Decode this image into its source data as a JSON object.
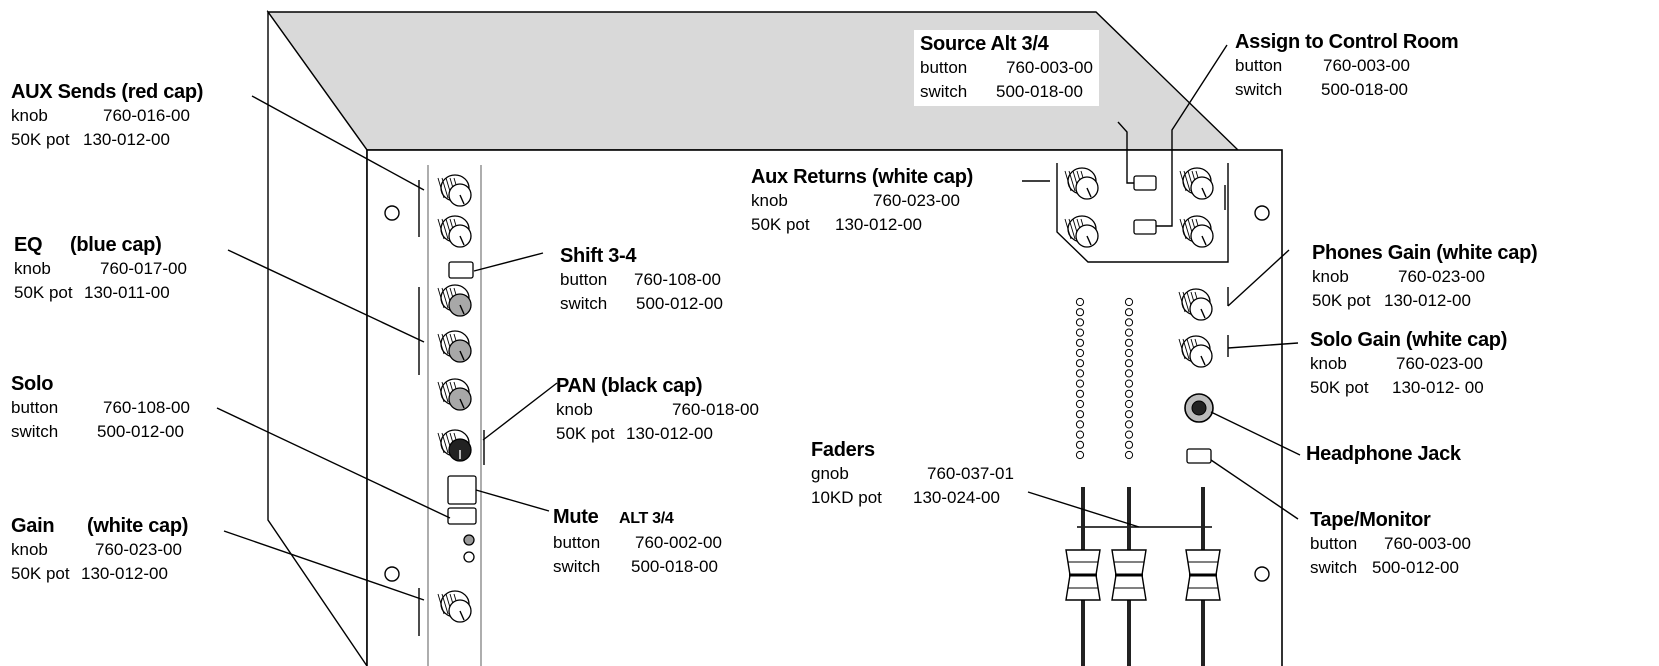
{
  "callouts": {
    "aux_sends": {
      "title": "AUX Sends (red cap)",
      "r1_k": "knob",
      "r1_v": "760-016-00",
      "r2_k": "50K pot",
      "r2_v": "130-012-00"
    },
    "eq": {
      "title_a": "EQ",
      "title_b": "(blue cap)",
      "r1_k": "knob",
      "r1_v": "760-017-00",
      "r2_k": "50K pot",
      "r2_v": "130-011-00"
    },
    "solo": {
      "title": "Solo",
      "r1_k": "button",
      "r1_v": "760-108-00",
      "r2_k": "switch",
      "r2_v": "500-012-00"
    },
    "gain": {
      "title_a": "Gain",
      "title_b": "(white cap)",
      "r1_k": "knob",
      "r1_v": "760-023-00",
      "r2_k": "50K pot",
      "r2_v": "130-012-00"
    },
    "shift": {
      "title": "Shift 3-4",
      "r1_k": "button",
      "r1_v": "760-108-00",
      "r2_k": "switch",
      "r2_v": "500-012-00"
    },
    "pan": {
      "title": "PAN (black cap)",
      "r1_k": "knob",
      "r1_v": "760-018-00",
      "r2_k": "50K pot",
      "r2_v": "130-012-00"
    },
    "mute": {
      "title_a": "Mute",
      "title_b": "ALT 3/4",
      "r1_k": "button",
      "r1_v": "760-002-00",
      "r2_k": "switch",
      "r2_v": "500-018-00"
    },
    "source_alt": {
      "title": "Source Alt 3/4",
      "r1_k": "button",
      "r1_v": "760-003-00",
      "r2_k": "switch",
      "r2_v": "500-018-00"
    },
    "assign_cr": {
      "title": "Assign to Control Room",
      "r1_k": "button",
      "r1_v": "760-003-00",
      "r2_k": "switch",
      "r2_v": "500-018-00"
    },
    "aux_returns": {
      "title": "Aux Returns (white cap)",
      "r1_k": "knob",
      "r1_v": "760-023-00",
      "r2_k": "50K pot",
      "r2_v": "130-012-00"
    },
    "phones_gain": {
      "title": "Phones Gain (white cap)",
      "r1_k": "knob",
      "r1_v": "760-023-00",
      "r2_k": "50K pot",
      "r2_v": "130-012-00"
    },
    "solo_gain": {
      "title": "Solo Gain (white cap)",
      "r1_k": "knob",
      "r1_v": "760-023-00",
      "r2_k": "50K pot",
      "r2_v": "130-012- 00"
    },
    "headphone_jack": {
      "title": "Headphone Jack"
    },
    "faders": {
      "title": "Faders",
      "r1_k": "gnob",
      "r1_v": "760-037-01",
      "r2_k": "10KD pot",
      "r2_v": "130-024-00"
    },
    "tape_monitor": {
      "title": "Tape/Monitor",
      "r1_k": "button",
      "r1_v": "760-003-00",
      "r2_k": "switch",
      "r2_v": "500-012-00"
    }
  },
  "colors": {
    "chassis_top": "#d9d9d9",
    "chassis_side": "#ffffff",
    "panel": "#ffffff",
    "knob_white": "#ffffff",
    "knob_gray": "#a8a8a8",
    "knob_black": "#222222",
    "line": "#000000"
  }
}
